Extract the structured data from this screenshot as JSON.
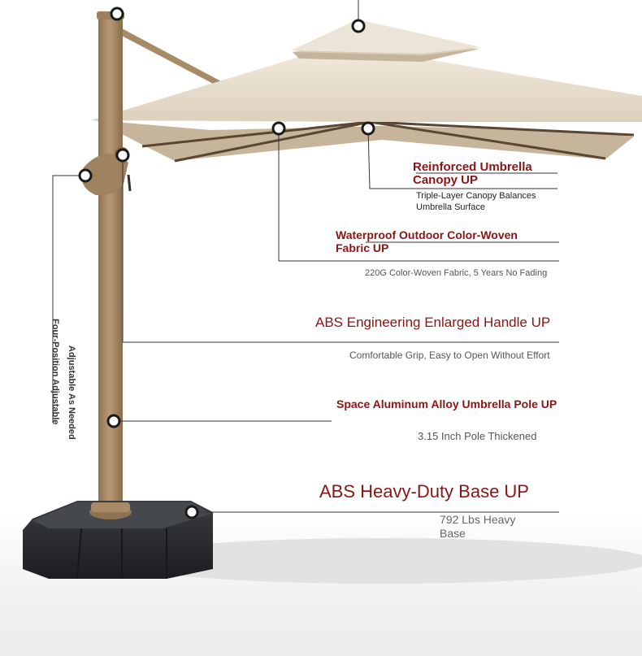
{
  "colors": {
    "title": "#8b1414",
    "subtitle": "#3c3c3c",
    "pole": "#a88a66",
    "canopy": "#ebe2d3",
    "base": "#2e3033",
    "leader_line": "#333333"
  },
  "callouts": {
    "canopy": {
      "title_line1": "Reinforced Umbrella",
      "title_line2": "Canopy UP",
      "sub_line1": "Triple-Layer Canopy Balances",
      "sub_line2": "Umbrella Surface"
    },
    "fabric": {
      "title_line1": "Waterproof Outdoor Color-Woven",
      "title_line2": "Fabric UP",
      "sub": "220G Color-Woven Fabric, 5 Years No Fading"
    },
    "handle": {
      "title": "ABS Engineering Enlarged Handle UP",
      "sub": "Comfortable Grip, Easy to Open Without Effort"
    },
    "pole": {
      "title": "Space Aluminum Alloy Umbrella Pole UP",
      "sub": "3.15 Inch Pole Thickened"
    },
    "base": {
      "title": "ABS Heavy-Duty Base UP",
      "sub_line1": "792 Lbs Heavy",
      "sub_line2": "Base"
    }
  },
  "side_labels": {
    "adjustable_as_needed": "Adjustable As Needed",
    "four_position": "Four-Position Adjustable"
  }
}
